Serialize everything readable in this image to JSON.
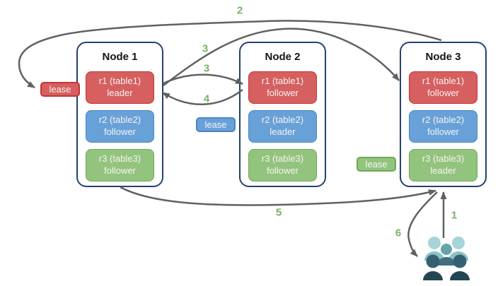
{
  "diagram": {
    "nodes": [
      {
        "title": "Node 1",
        "replicas": [
          {
            "range": "r1 (table1)",
            "role": "leader",
            "color": "red"
          },
          {
            "range": "r2 (table2)",
            "role": "follower",
            "color": "blue"
          },
          {
            "range": "r3 (table3)",
            "role": "follower",
            "color": "green"
          }
        ]
      },
      {
        "title": "Node 2",
        "replicas": [
          {
            "range": "r1 (table1)",
            "role": "follower",
            "color": "red"
          },
          {
            "range": "r2 (table2)",
            "role": "leader",
            "color": "blue"
          },
          {
            "range": "r3 (table3)",
            "role": "follower",
            "color": "green"
          }
        ]
      },
      {
        "title": "Node 3",
        "replicas": [
          {
            "range": "r1 (table1)",
            "role": "follower",
            "color": "red"
          },
          {
            "range": "r2 (table2)",
            "role": "follower",
            "color": "blue"
          },
          {
            "range": "r3 (table3)",
            "role": "leader",
            "color": "green"
          }
        ]
      }
    ],
    "leases": [
      {
        "label": "lease",
        "color": "red"
      },
      {
        "label": "lease",
        "color": "blue"
      },
      {
        "label": "lease",
        "color": "green"
      }
    ],
    "steps": {
      "s1": "1",
      "s2": "2",
      "s3a": "3",
      "s3b": "3",
      "s4": "4",
      "s5": "5",
      "s6": "6"
    },
    "icons": {
      "clients": "people-group-icon"
    }
  },
  "colors": {
    "page_bg": "#ffffff",
    "node_bg": "#ffffff",
    "node_border": "#24426a",
    "red_fill": "#d65f5f",
    "red_border": "#c53434",
    "blue_fill": "#68a1d8",
    "blue_border": "#4a86c4",
    "green_fill": "#92c47e",
    "green_border": "#6fa858",
    "text_on_color": "#f7f3f3",
    "arrow": "#5f6163",
    "step_label": "#7ab163",
    "people_light_head": "#a6d4d8",
    "people_light_body": "#8ac1c6",
    "people_mid_head": "#66a3ab",
    "people_mid_body": "#3f6e7d",
    "people_dark_head": "#356072",
    "people_dark_body": "#264553"
  }
}
